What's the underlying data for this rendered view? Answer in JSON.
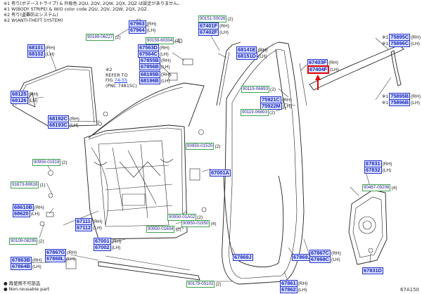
{
  "header": {
    "line1": "※1 有り(ボデーストライプ) & 外板色 2QU, 2QV, 2QW, 2QX, 2QZ は設定がありません。",
    "line2": "※1 W(BODY STRIPE) & W/O color code 2QU, 2QV, 2QW, 2QX, 2QZ.",
    "line3": "※2 有り(盗難防止システム)",
    "line4": "※2 W(ANTI-THEFT SYSTEM)"
  },
  "ref_note": {
    "mark": "※2",
    "line1": "REFER TO",
    "fig_prefix": "FIG ",
    "fig_link": "74-55",
    "line3": "(PNC 74815C)"
  },
  "legend": {
    "mark1_label": "● 再使用不可部品",
    "mark2_label": "● Non-reusable part"
  },
  "drawing_number": "67A150",
  "callouts": [
    {
      "id": "c01",
      "rows": [
        {
          "code": "90189-06227",
          "suf": "(2)",
          "sm": true
        }
      ]
    },
    {
      "id": "c02",
      "rows": [
        {
          "code": "67963",
          "suf": "(RH)"
        },
        {
          "code": "67964",
          "suf": "(LH)"
        }
      ]
    },
    {
      "id": "c03",
      "rows": [
        {
          "code": "68101",
          "suf": "(RH)"
        },
        {
          "code": "68102",
          "suf": "(LH)"
        }
      ]
    },
    {
      "id": "c04",
      "rows": [
        {
          "code": "90159-60304",
          "suf": "(2)",
          "sm": true
        }
      ]
    },
    {
      "id": "c05",
      "rows": [
        {
          "code": "67563D",
          "suf": "(RH)"
        },
        {
          "code": "67564C",
          "suf": "(LH)"
        }
      ]
    },
    {
      "id": "c06",
      "rows": [
        {
          "code": "67855B",
          "suf": "(RH)"
        },
        {
          "code": "67856B",
          "suf": "(LH)"
        }
      ]
    },
    {
      "id": "c07",
      "rows": [
        {
          "code": "68195B",
          "suf": "(RH)"
        },
        {
          "code": "68196B",
          "suf": "(LH)"
        }
      ]
    },
    {
      "id": "c08",
      "rows": [
        {
          "code": "68125",
          "suf": "(RH)"
        },
        {
          "code": "68126",
          "suf": "(LH)"
        }
      ]
    },
    {
      "id": "c09",
      "rows": [
        {
          "code": "68192C",
          "suf": "(RH)"
        },
        {
          "code": "68193C",
          "suf": "(LH)"
        }
      ]
    },
    {
      "id": "c10",
      "rows": [
        {
          "code": "90151-50026",
          "suf": "(2)",
          "sm": true
        }
      ]
    },
    {
      "id": "c11",
      "rows": [
        {
          "code": "67401F",
          "suf": "(RH)"
        },
        {
          "code": "67402F",
          "suf": "(LH)"
        }
      ]
    },
    {
      "id": "c12",
      "rows": [
        {
          "code": "68141E",
          "suf": "(RH)"
        },
        {
          "code": "68151D",
          "suf": "(LH)"
        }
      ]
    },
    {
      "id": "c13",
      "rows": [
        {
          "code": "67403F",
          "suf": "(RH)"
        },
        {
          "code": "67404F",
          "suf": "(LH)",
          "hl": true
        }
      ]
    },
    {
      "id": "c14",
      "rows": [
        {
          "code": "90119-06893",
          "suf": "(2)",
          "sm": true
        }
      ]
    },
    {
      "id": "c15",
      "rows": [
        {
          "code": "75921C",
          "suf": "(RH)"
        },
        {
          "code": "75922M",
          "suf": "(LH)"
        }
      ]
    },
    {
      "id": "c16",
      "rows": [
        {
          "code": "90119-06893",
          "suf": "(2)",
          "sm": true
        }
      ]
    },
    {
      "id": "c17",
      "rows": [
        {
          "code": "75895C",
          "suf": "(RH)",
          "mark": "※1"
        },
        {
          "code": "75896C",
          "suf": "(LH)",
          "mark": "※1"
        }
      ]
    },
    {
      "id": "c18",
      "rows": [
        {
          "code": "75895B",
          "suf": "(RH)",
          "mark": "※1"
        },
        {
          "code": "75896B",
          "suf": "(LH)",
          "mark": "※1"
        }
      ]
    },
    {
      "id": "c19",
      "rows": [
        {
          "code": "90950-01520",
          "suf": "(2)",
          "sm": true
        }
      ]
    },
    {
      "id": "c20",
      "rows": [
        {
          "code": "90950-01919",
          "suf": "(2)",
          "sm": true
        }
      ]
    },
    {
      "id": "c21",
      "rows": [
        {
          "code": "67001A",
          "suf": ""
        }
      ]
    },
    {
      "id": "c22",
      "rows": [
        {
          "code": "91673-80616",
          "suf": "(1)",
          "sm": true
        }
      ]
    },
    {
      "id": "c23",
      "rows": [
        {
          "code": "68610B",
          "suf": "(RH)"
        },
        {
          "code": "68620",
          "suf": "(LH)"
        }
      ]
    },
    {
      "id": "c24",
      "rows": [
        {
          "code": "90950-01A02",
          "suf": "(2)",
          "sm": true
        }
      ]
    },
    {
      "id": "c25",
      "rows": [
        {
          "code": "90950-01950",
          "suf": "(4)",
          "sm": true
        }
      ]
    },
    {
      "id": "c26",
      "rows": [
        {
          "code": "90950-01604",
          "suf": "(2)",
          "sm": true
        }
      ]
    },
    {
      "id": "c27",
      "rows": [
        {
          "code": "90109-08295",
          "suf": "(2)",
          "sm": true
        }
      ]
    },
    {
      "id": "c28",
      "rows": [
        {
          "code": "67111",
          "suf": "(RH)"
        },
        {
          "code": "67112",
          "suf": "(LH)"
        }
      ]
    },
    {
      "id": "c29",
      "rows": [
        {
          "code": "67001",
          "suf": "(RH)"
        },
        {
          "code": "67002",
          "suf": "(LH)"
        }
      ]
    },
    {
      "id": "c30",
      "rows": [
        {
          "code": "67863B",
          "suf": "(RH)"
        },
        {
          "code": "67864B",
          "suf": "(LH)"
        }
      ]
    },
    {
      "id": "c31",
      "rows": [
        {
          "code": "67867G",
          "suf": "(RH)"
        },
        {
          "code": "67868L",
          "suf": "(LH)"
        }
      ]
    },
    {
      "id": "c32",
      "rows": [
        {
          "code": "67869J",
          "suf": ""
        }
      ]
    },
    {
      "id": "c33",
      "rows": [
        {
          "code": "67869J",
          "suf": ""
        }
      ]
    },
    {
      "id": "c34",
      "rows": [
        {
          "code": "67867C",
          "suf": "(RH)"
        },
        {
          "code": "67868C",
          "suf": "(LH)"
        }
      ]
    },
    {
      "id": "c35",
      "rows": [
        {
          "code": "90179-05102",
          "suf": "(2)",
          "sm": true
        }
      ]
    },
    {
      "id": "c36",
      "rows": [
        {
          "code": "67861",
          "suf": "(RH)"
        },
        {
          "code": "67862",
          "suf": "(LH)"
        }
      ]
    },
    {
      "id": "c37",
      "rows": [
        {
          "code": "67831",
          "suf": "(RH)"
        },
        {
          "code": "67832",
          "suf": "(LH)"
        }
      ]
    },
    {
      "id": "c38",
      "rows": [
        {
          "code": "90467-09206",
          "suf": "(4)",
          "sm": true
        }
      ]
    },
    {
      "id": "c39",
      "rows": [
        {
          "code": "67831D",
          "suf": ""
        }
      ]
    }
  ]
}
